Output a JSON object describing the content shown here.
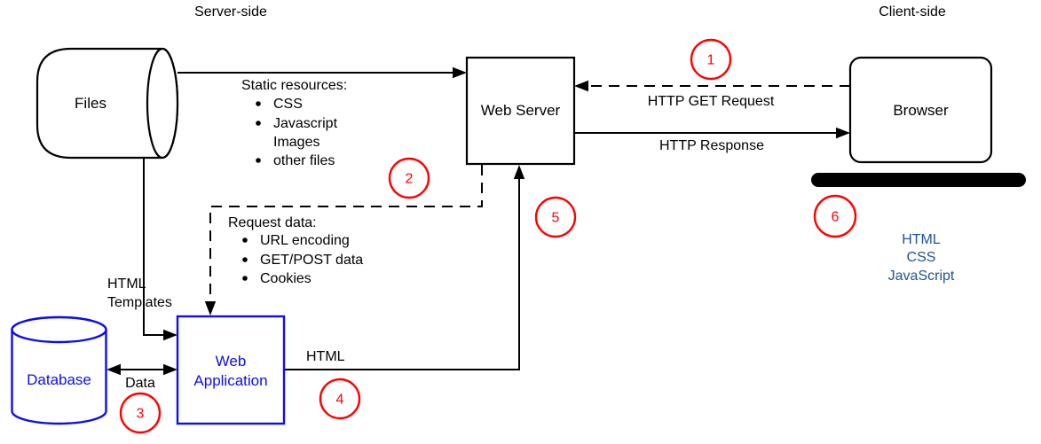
{
  "colors": {
    "background": "#ffffff",
    "line-black": "#000000",
    "node-blue": "#0d0df0",
    "info-blue": "#1f5493",
    "accent-red": "#ff0000"
  },
  "headers": {
    "server_side": "Server-side",
    "client_side": "Client-side"
  },
  "nodes": {
    "files": {
      "label": "Files"
    },
    "web_server": {
      "label": "Web Server"
    },
    "browser": {
      "label": "Browser"
    },
    "database": {
      "label": "Database"
    },
    "web_application": {
      "line1": "Web",
      "line2": "Application"
    }
  },
  "edges": {
    "static_resources": {
      "title": "Static resources:",
      "items": [
        "CSS",
        "Javascript",
        "Images",
        "other files"
      ]
    },
    "http_get": {
      "label": "HTTP GET Request"
    },
    "http_response": {
      "label": "HTTP Response"
    },
    "request_data": {
      "title": "Request data:",
      "items": [
        "URL encoding",
        "GET/POST data",
        "Cookies"
      ]
    },
    "html_templates": {
      "line1": "HTML",
      "line2": "Templates"
    },
    "database_link": {
      "label": "Data"
    },
    "html_to_server": {
      "label": "HTML"
    }
  },
  "client_output": {
    "lines": [
      "HTML",
      "CSS",
      "JavaScript"
    ]
  },
  "steps": [
    "1",
    "2",
    "3",
    "4",
    "5",
    "6"
  ]
}
